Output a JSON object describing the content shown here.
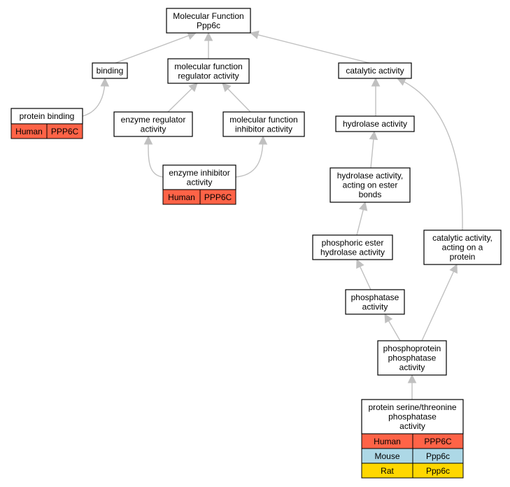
{
  "colors": {
    "edge": "#c0c0c0",
    "human": "#ff6347",
    "mouse": "#add8e6",
    "rat": "#ffd700",
    "node_border": "#000000",
    "node_fill": "#ffffff"
  },
  "nodes": {
    "mf": {
      "lines": [
        "Molecular Function",
        "Ppp6c"
      ]
    },
    "bind": {
      "lines": [
        "binding"
      ]
    },
    "mfr": {
      "lines": [
        "molecular function",
        "regulator activity"
      ]
    },
    "cat": {
      "lines": [
        "catalytic activity"
      ]
    },
    "pb": {
      "lines": [
        "protein binding"
      ],
      "annotations": [
        {
          "species": "Human",
          "gene": "PPP6C",
          "color": "human"
        }
      ]
    },
    "er": {
      "lines": [
        "enzyme regulator",
        "activity"
      ]
    },
    "mfi": {
      "lines": [
        "molecular function",
        "inhibitor activity"
      ]
    },
    "hyd": {
      "lines": [
        "hydrolase activity"
      ]
    },
    "ei": {
      "lines": [
        "enzyme inhibitor",
        "activity"
      ],
      "annotations": [
        {
          "species": "Human",
          "gene": "PPP6C",
          "color": "human"
        }
      ]
    },
    "hae": {
      "lines": [
        "hydrolase activity,",
        "acting on ester",
        "bonds"
      ]
    },
    "peh": {
      "lines": [
        "phosphoric ester",
        "hydrolase activity"
      ]
    },
    "cap": {
      "lines": [
        "catalytic activity,",
        "acting on a",
        "protein"
      ]
    },
    "pha": {
      "lines": [
        "phosphatase",
        "activity"
      ]
    },
    "ppp": {
      "lines": [
        "phosphoprotein",
        "phosphatase",
        "activity"
      ]
    },
    "pst": {
      "lines": [
        "protein serine/threonine",
        "phosphatase",
        "activity"
      ],
      "annotations": [
        {
          "species": "Human",
          "gene": "PPP6C",
          "color": "human"
        },
        {
          "species": "Mouse",
          "gene": "Ppp6c",
          "color": "mouse"
        },
        {
          "species": "Rat",
          "gene": "Ppp6c",
          "color": "rat"
        }
      ]
    }
  },
  "edges": [
    {
      "from": "bind",
      "to": "mf"
    },
    {
      "from": "mfr",
      "to": "mf"
    },
    {
      "from": "cat",
      "to": "mf"
    },
    {
      "from": "pb",
      "to": "bind"
    },
    {
      "from": "er",
      "to": "mfr"
    },
    {
      "from": "mfi",
      "to": "mfr"
    },
    {
      "from": "hyd",
      "to": "cat"
    },
    {
      "from": "ei",
      "to": "er"
    },
    {
      "from": "ei",
      "to": "mfi"
    },
    {
      "from": "hae",
      "to": "hyd"
    },
    {
      "from": "peh",
      "to": "hae"
    },
    {
      "from": "cap",
      "to": "cat"
    },
    {
      "from": "pha",
      "to": "peh"
    },
    {
      "from": "ppp",
      "to": "pha"
    },
    {
      "from": "ppp",
      "to": "cap"
    },
    {
      "from": "pst",
      "to": "ppp"
    }
  ]
}
